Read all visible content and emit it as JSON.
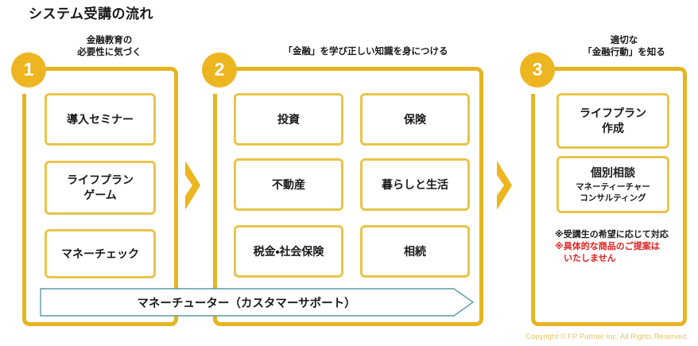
{
  "page": {
    "title": "システム受講の流れ",
    "copyright": "Copyright © FP Partner Inc. All Rights Reserved."
  },
  "colors": {
    "frame_gold": "#e5b522",
    "circle_gold": "#edb51f",
    "box_gold": "#e9c44a",
    "chevron_gold": "#edb51f",
    "banner_teal": "#5a9aa8",
    "note_red": "#e02020",
    "copyright_gold": "#e3c56a"
  },
  "steps": [
    {
      "number": "1",
      "heading": "金融教育の\n必要性に気づく",
      "items": [
        {
          "main": "導入セミナー",
          "sub": ""
        },
        {
          "main": "ライフプラン\nゲーム",
          "sub": ""
        },
        {
          "main": "マネーチェック",
          "sub": ""
        }
      ]
    },
    {
      "number": "2",
      "heading": "「金融」を学び正しい知識を身につける",
      "items": [
        {
          "main": "投資",
          "sub": ""
        },
        {
          "main": "保険",
          "sub": ""
        },
        {
          "main": "不動産",
          "sub": ""
        },
        {
          "main": "暮らしと生活",
          "sub": ""
        },
        {
          "main": "税金・社会保険",
          "sub": ""
        },
        {
          "main": "相続",
          "sub": ""
        }
      ]
    },
    {
      "number": "3",
      "heading": "適切な\n「金融行動」を知る",
      "items": [
        {
          "main": "ライフプラン\n作成",
          "sub": ""
        },
        {
          "main": "個別相談",
          "sub": "マネーティーチャー\nコンサルティング"
        }
      ]
    }
  ],
  "support_banner": {
    "label": "マネーチューター（カスタマーサポート）"
  },
  "notes": [
    {
      "text": "※受講生の希望に応じて対応",
      "color": "black"
    },
    {
      "text": "※具体的な商品のご提案は",
      "color": "red"
    },
    {
      "text": "　いたしません",
      "color": "red"
    }
  ],
  "icons": {
    "chevron_right_1": "chevron-right-icon",
    "chevron_right_2": "chevron-right-icon",
    "banner_arrow": "arrow-right-banner-icon"
  }
}
